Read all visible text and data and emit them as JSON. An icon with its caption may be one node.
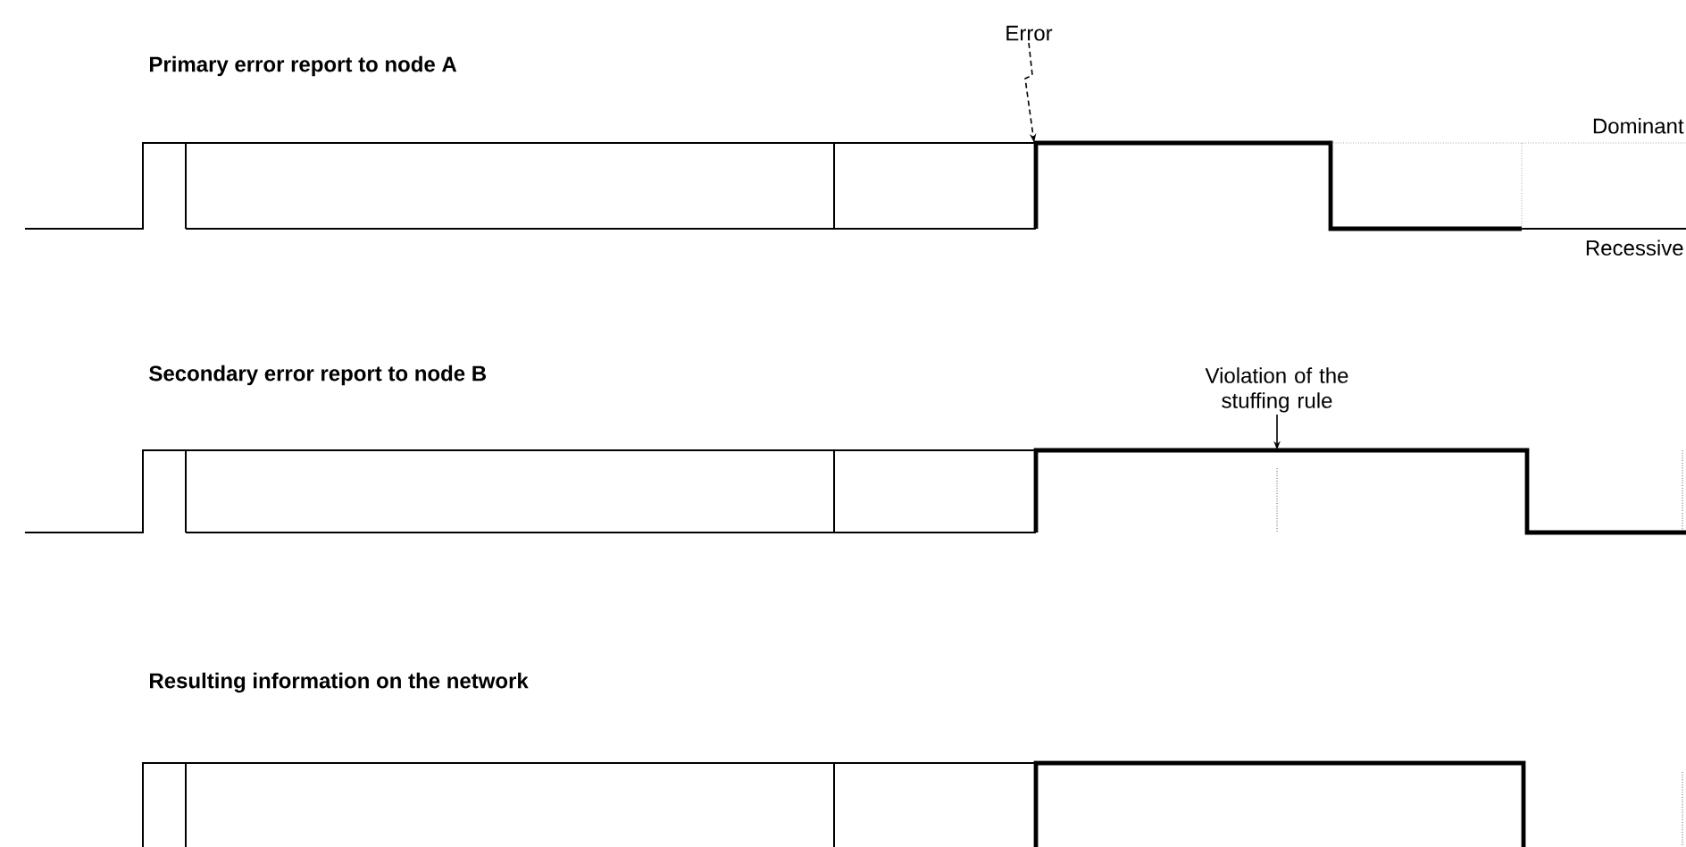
{
  "diagram": {
    "nodes": [
      {
        "text": [
          "Error"
        ]
      },
      {
        "text": [
          "Violation of the stuffing rule"
        ]
      },
      {
        "text": [],
        "shape": "picture"
      },
      {
        "text": [],
        "shape": "picture"
      }
    ],
    "edges": [
      {
        "from": 0,
        "to": 2,
        "arrow": "to",
        "style": "dashed"
      },
      {
        "from": 1,
        "to": 3,
        "arrow": "to"
      }
    ],
    "labels": [
      "Primary error report to node A",
      "Dominant",
      "Recessive",
      "Secondary error report to node B",
      "Resulting information on the network"
    ]
  }
}
